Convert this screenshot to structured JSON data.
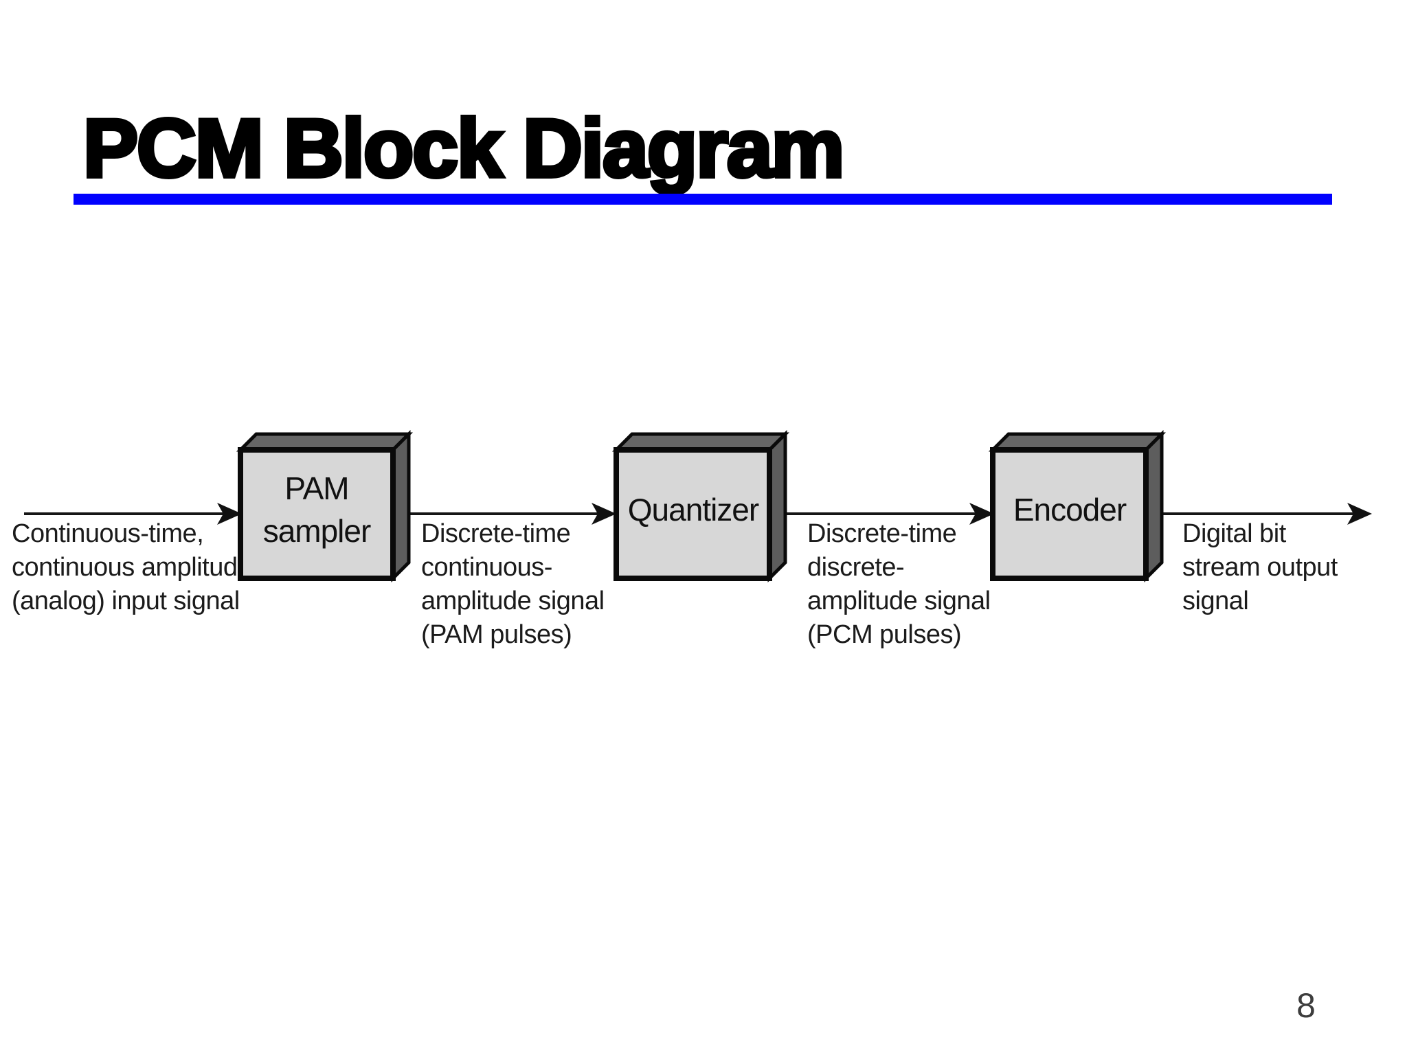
{
  "slide": {
    "title": "PCM Block Diagram",
    "page_number": "8",
    "accent_color": "#0101fe"
  },
  "diagram": {
    "blocks": [
      {
        "id": "pam-sampler",
        "line1": "PAM",
        "line2": "sampler"
      },
      {
        "id": "quantizer",
        "line1": "Quantizer"
      },
      {
        "id": "encoder",
        "line1": "Encoder"
      }
    ],
    "signal_labels": [
      {
        "line1": "Continuous-time,",
        "line2": "continuous amplitude",
        "line3": "(analog) input signal"
      },
      {
        "line1": "Discrete-time",
        "line2": "continuous-",
        "line3": "amplitude signal",
        "line4": "(PAM pulses)"
      },
      {
        "line1": "Discrete-time",
        "line2": "discrete-",
        "line3": "amplitude signal",
        "line4": "(PCM pulses)"
      },
      {
        "line1": "Digital bit",
        "line2": "stream output",
        "line3": "signal"
      }
    ],
    "colors": {
      "block_face": "#d7d7d7",
      "block_side": "#5d5d5d",
      "block_top": "#666666",
      "outline": "#0a0a0a"
    }
  }
}
